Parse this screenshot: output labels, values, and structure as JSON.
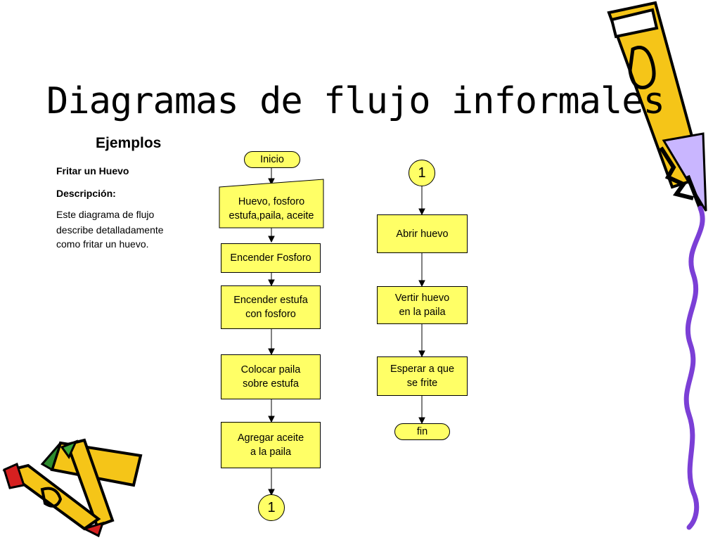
{
  "title": "Diagramas de flujo informales",
  "subtitle": "Ejemplos",
  "sidebar": {
    "name": "Fritar un Huevo",
    "desc_label": "Descripción:",
    "desc_lines": [
      "Este diagrama de flujo",
      "describe detalladamente",
      "como fritar un huevo."
    ]
  },
  "flow_left": {
    "start": "Inicio",
    "input": "Huevo, fosforo\nestufa,paila, aceite",
    "step1": "Encender Fosforo",
    "step2": "Encender estufa\ncon fosforo",
    "step3": "Colocar paila\nsobre estufa",
    "step4": "Agregar aceite\na la paila",
    "connector": "1"
  },
  "flow_right": {
    "connector": "1",
    "step1": "Abrir huevo",
    "step2": "Vertir huevo\nen la paila",
    "step3": "Esperar a que\nse frite",
    "end": "fin"
  },
  "colors": {
    "box_fill": "#ffff66",
    "pencil_yellow": "#f5c518",
    "squiggle": "#7b3fd6"
  }
}
